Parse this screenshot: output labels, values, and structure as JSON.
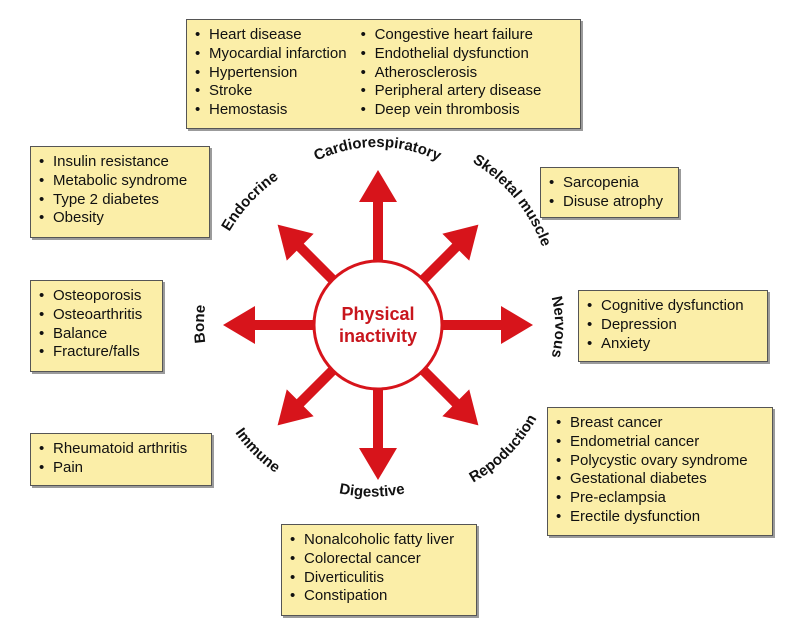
{
  "center": {
    "line1": "Physical",
    "line2": "inactivity"
  },
  "colors": {
    "arrow": "#d7141b",
    "box_fill": "#fbeea8",
    "center_text": "#c8161d"
  },
  "systems": {
    "cardiorespiratory": "Cardiorespiratory",
    "skeletal_muscle": "Skeletal muscle",
    "nervous": "Nervous",
    "reproduction": "Repoduction",
    "digestive": "Digestive",
    "immune": "Immune",
    "bone": "Bone",
    "endocrine": "Endocrine"
  },
  "boxes": {
    "cardiorespiratory_left": [
      "Heart disease",
      "Myocardial infarction",
      "Hypertension",
      "Stroke",
      "Hemostasis"
    ],
    "cardiorespiratory_right": [
      "Congestive heart failure",
      "Endothelial dysfunction",
      "Atherosclerosis",
      "Peripheral artery disease",
      "Deep vein thrombosis"
    ],
    "endocrine": [
      "Insulin resistance",
      "Metabolic syndrome",
      "Type 2 diabetes",
      "Obesity"
    ],
    "skeletal_muscle": [
      "Sarcopenia",
      "Disuse atrophy"
    ],
    "bone": [
      "Osteoporosis",
      "Osteoarthritis",
      "Balance",
      "Fracture/falls"
    ],
    "nervous": [
      "Cognitive dysfunction",
      "Depression",
      "Anxiety"
    ],
    "immune": [
      "Rheumatoid arthritis",
      "Pain"
    ],
    "reproduction": [
      "Breast cancer",
      "Endometrial cancer",
      "Polycystic ovary syndrome",
      "Gestational diabetes",
      "Pre-eclampsia",
      "Erectile dysfunction"
    ],
    "digestive": [
      "Nonalcoholic fatty liver",
      "Colorectal cancer",
      "Diverticulitis",
      "Constipation"
    ]
  }
}
